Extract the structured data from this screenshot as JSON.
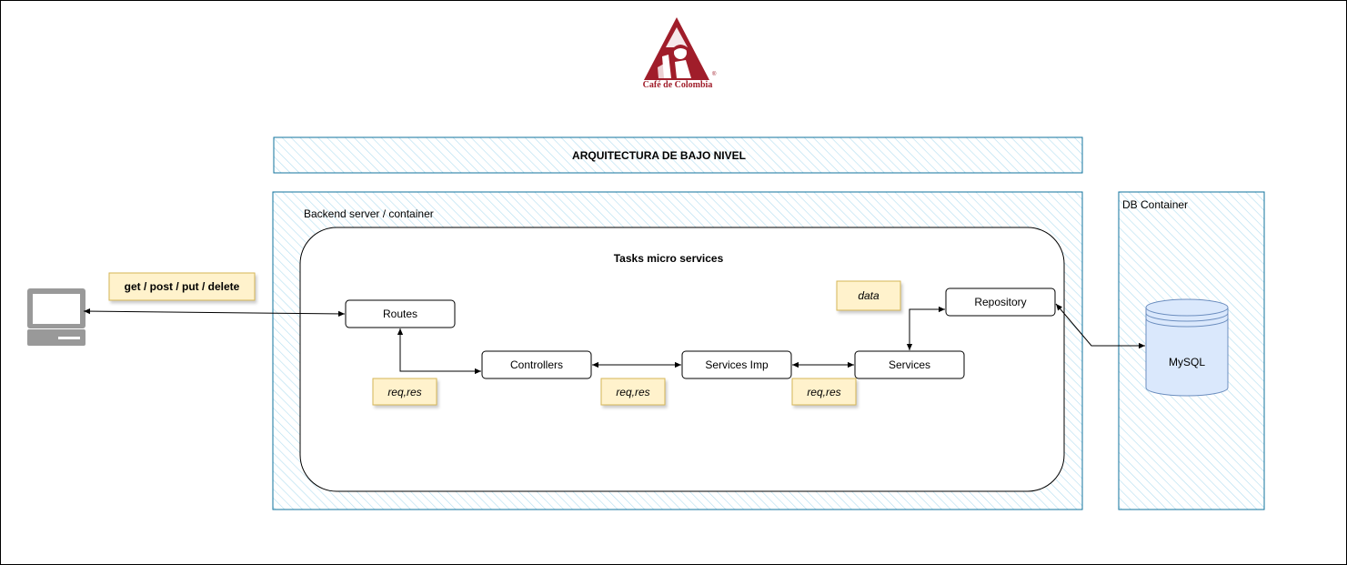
{
  "logo": {
    "text": "Café de Colombia",
    "registered_mark": "®",
    "color": "#a01d2a"
  },
  "title_banner": {
    "text": "ARQUITECTURA DE BAJO NIVEL"
  },
  "backend_container": {
    "label": "Backend server / container"
  },
  "microservice": {
    "title": "Tasks micro services"
  },
  "db_container": {
    "label": "DB Container"
  },
  "client": {
    "icon": "computer-icon"
  },
  "nodes": {
    "routes": "Routes",
    "controllers": "Controllers",
    "services_imp": "Services Imp",
    "services": "Services",
    "repository": "Repository",
    "mysql": "MySQL"
  },
  "notes": {
    "http_methods": "get / post / put / delete",
    "req_res_1": "req,res",
    "req_res_2": "req,res",
    "req_res_3": "req,res",
    "data": "data"
  },
  "colors": {
    "container_border": "#10739e",
    "hatch": "#b1ddf0",
    "note_fill": "#fff2cc",
    "note_border": "#d6b656",
    "db_fill": "#dae8fc",
    "db_border": "#6c8ebf",
    "computer_gray": "#999999"
  }
}
